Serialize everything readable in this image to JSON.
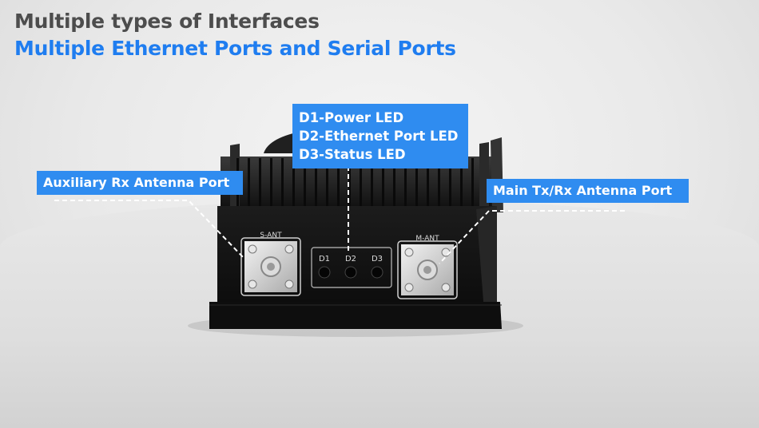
{
  "header": {
    "title": "Multiple types of Interfaces",
    "subtitle": "Multiple Ethernet Ports and Serial Ports"
  },
  "callouts": {
    "leds": [
      "D1-Power LED",
      "D2-Ethernet Port LED",
      "D3-Status LED"
    ],
    "aux_antenna": "Auxiliary Rx Antenna Port",
    "main_antenna": "Main Tx/Rx Antenna Port"
  },
  "device": {
    "port_left_label": "S-ANT",
    "port_right_label": "M-ANT",
    "led_labels": [
      "D1",
      "D2",
      "D3"
    ]
  },
  "colors": {
    "accent_blue": "#2f8cf0",
    "title_gray": "#4d4d4d",
    "subtitle_blue": "#1f7df0",
    "device_body": "#151515"
  }
}
